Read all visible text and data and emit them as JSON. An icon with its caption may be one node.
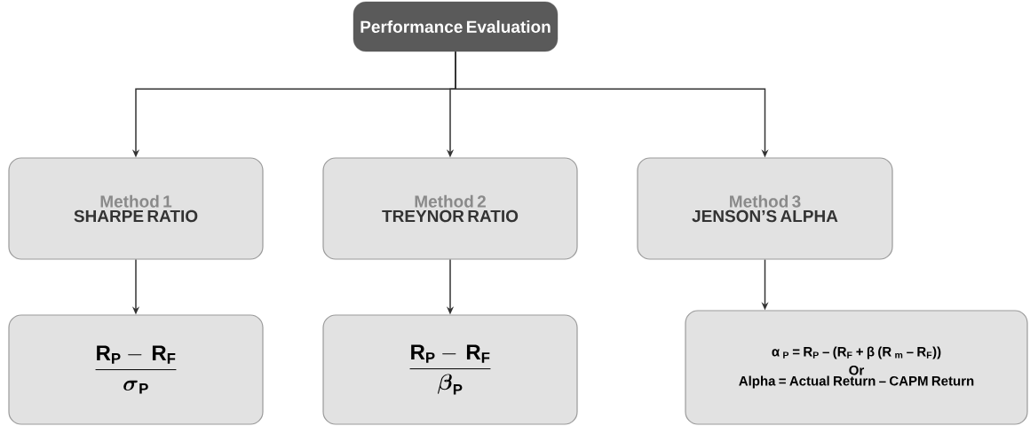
{
  "diagram": {
    "nodes": [
      {
        "text": [
          "Performance Evaluation"
        ]
      },
      {
        "text": [
          "Method 1",
          "SHARPE RATIO"
        ]
      },
      {
        "text": [
          "Method 2",
          "TREYNOR RATIO"
        ]
      },
      {
        "text": [
          "Method 3",
          "JENSON’S ALPHA"
        ]
      },
      {
        "text": [
          "\\frac{\\mathbf{R_P} - \\ \\mathbf{R_F}}{\\boldsymbol{\\sigma}_\\mathbf{P}}"
        ]
      },
      {
        "text": [
          "\\frac{\\mathbf{R_P} - \\ \\mathbf{R_F}}{\\boldsymbol{\\beta}_\\mathbf{P}}"
        ]
      },
      {
        "text": [
          "α $_{P}$ = R$_{P}$ – (R$_{F}$ + β (R $_{m}$ – R$_{F}$))",
          "Or",
          "Alpha = Actual Return – CAPM Return"
        ]
      }
    ],
    "edges": [
      {
        "from": 0,
        "to": 1,
        "arrow": "to"
      },
      {
        "from": 0,
        "to": 2,
        "arrow": "to"
      },
      {
        "from": 0,
        "to": 3,
        "arrow": "to"
      },
      {
        "from": 1,
        "to": 4,
        "arrow": "to"
      },
      {
        "from": 2,
        "to": 5,
        "arrow": "to"
      },
      {
        "from": 3,
        "to": 6,
        "arrow": "to"
      }
    ]
  }
}
